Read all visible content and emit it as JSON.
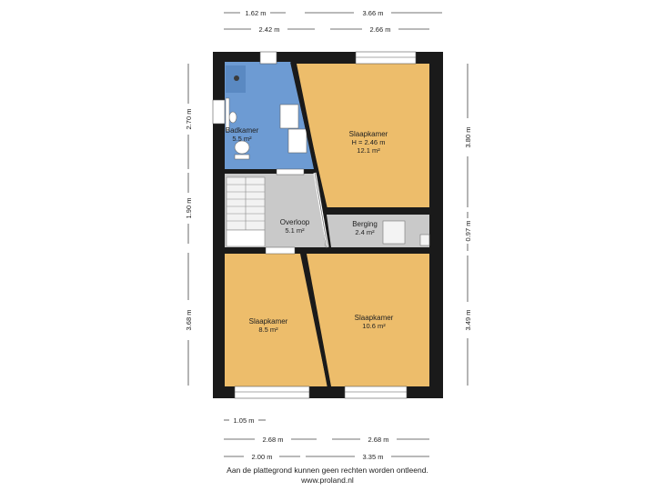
{
  "rooms": {
    "badkamer": {
      "name": "Badkamer",
      "area": "5.5 m²"
    },
    "slaapkamer1": {
      "name": "Slaapkamer",
      "height": "H = 2.46 m",
      "area": "12.1 m²"
    },
    "overloop": {
      "name": "Overloop",
      "area": "5.1 m²"
    },
    "berging": {
      "name": "Berging",
      "area": "2.4 m²"
    },
    "slaapkamer2": {
      "name": "Slaapkamer",
      "area": "8.5 m²"
    },
    "slaapkamer3": {
      "name": "Slaapkamer",
      "area": "10.6 m²"
    }
  },
  "dimensions": {
    "top_row1": [
      "1.62 m",
      "3.66 m"
    ],
    "top_row2": [
      "2.42 m",
      "2.66 m"
    ],
    "left": [
      "2.70 m",
      "1.90 m",
      "3.68 m"
    ],
    "right": [
      "3.80 m",
      "0.97 m",
      "3.49 m"
    ],
    "bottom_row1": [
      "1.05 m"
    ],
    "bottom_row2": [
      "2.68 m",
      "2.68 m"
    ],
    "bottom_row3": [
      "2.00 m",
      "3.35 m"
    ]
  },
  "footer": {
    "disclaimer": "Aan de plattegrond kunnen geen rechten worden ontleend.",
    "website": "www.proland.nl"
  },
  "colors": {
    "wall": "#1a1a1a",
    "bedroom": "#edbd6b",
    "bathroom": "#6d9bd3",
    "hallway": "#c9c9c9",
    "window": "#ffffff"
  }
}
